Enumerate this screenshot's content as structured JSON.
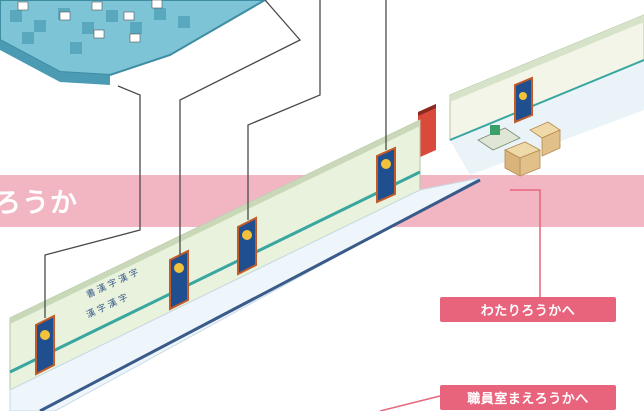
{
  "banner": {
    "label": "ろうか"
  },
  "buttons": {
    "watari": "わたりろうかへ",
    "shokuin": "職員室まえろうかへ"
  },
  "colors": {
    "banner": "#f2b6c3",
    "button": "#e8647d",
    "wall": "#e8f2dc",
    "floor": "#eef6fb",
    "rail": "#3aa6a0",
    "minimap": "#7cc4d6",
    "door": "#1f4f8f"
  },
  "icons": [
    "door-icon",
    "minimap-icon",
    "desk-icon",
    "box-icon"
  ]
}
